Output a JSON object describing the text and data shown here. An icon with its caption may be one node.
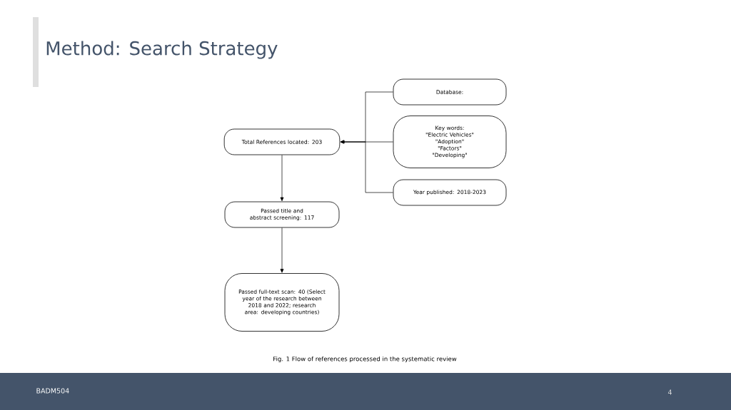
{
  "diagram": {
    "title": "Method: Search Strategy",
    "caption": "Fig. 1 Flow of references processed in the systematic review",
    "nodes": [
      {
        "text": [
          "Database:"
        ]
      },
      {
        "text": [
          "Key words:",
          "\"Electric Vehicles\"",
          "\"Adoption\"",
          "\"Factors\"",
          "\"Developing\""
        ]
      },
      {
        "text": [
          "Total References located: 203"
        ]
      },
      {
        "text": [
          "Year published: 2018-2023"
        ]
      },
      {
        "text": [
          "Passed title and abstract screening: 117"
        ]
      },
      {
        "text": [
          "Passed full-text scan: 40 (Select year of the research between 2018 and 2022; research area: developing countries)"
        ]
      }
    ],
    "edges": [
      {
        "from": 0,
        "to": 2,
        "arrow": "to"
      },
      {
        "from": 1,
        "to": 2,
        "arrow": "to"
      },
      {
        "from": 3,
        "to": 2,
        "arrow": "to"
      },
      {
        "from": 2,
        "to": 4,
        "arrow": "to"
      },
      {
        "from": 4,
        "to": 5,
        "arrow": "to"
      }
    ],
    "labels": [
      "BADM504",
      "4"
    ]
  }
}
